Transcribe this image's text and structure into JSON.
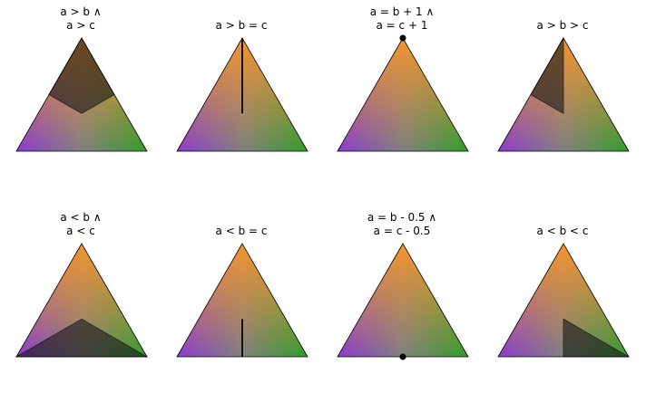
{
  "colors": {
    "top": "#f29430",
    "left": "#8a3ad0",
    "right": "#2f9e2a",
    "mid": "#808080",
    "shade": "#1a1a1a",
    "edge": "#000000"
  },
  "panels": [
    {
      "id": "p1",
      "line1": "a > b ∧",
      "line2": "a > c",
      "region": "top"
    },
    {
      "id": "p2",
      "line1": "",
      "line2": "a > b = c",
      "region": "upper-line"
    },
    {
      "id": "p3",
      "line1": "a = b + 1 ∧",
      "line2": "a = c + 1",
      "region": "top-point"
    },
    {
      "id": "p4",
      "line1": "",
      "line2": "a > b > c",
      "region": "top-left"
    },
    {
      "id": "p5",
      "line1": "a < b ∧",
      "line2": "a < c",
      "region": "bottom"
    },
    {
      "id": "p6",
      "line1": "",
      "line2": "a < b = c",
      "region": "lower-line"
    },
    {
      "id": "p7",
      "line1": "a = b - 0.5 ∧",
      "line2": "a = c - 0.5",
      "region": "bottom-point"
    },
    {
      "id": "p8",
      "line1": "",
      "line2": "a < b < c",
      "region": "bottom-right"
    }
  ]
}
